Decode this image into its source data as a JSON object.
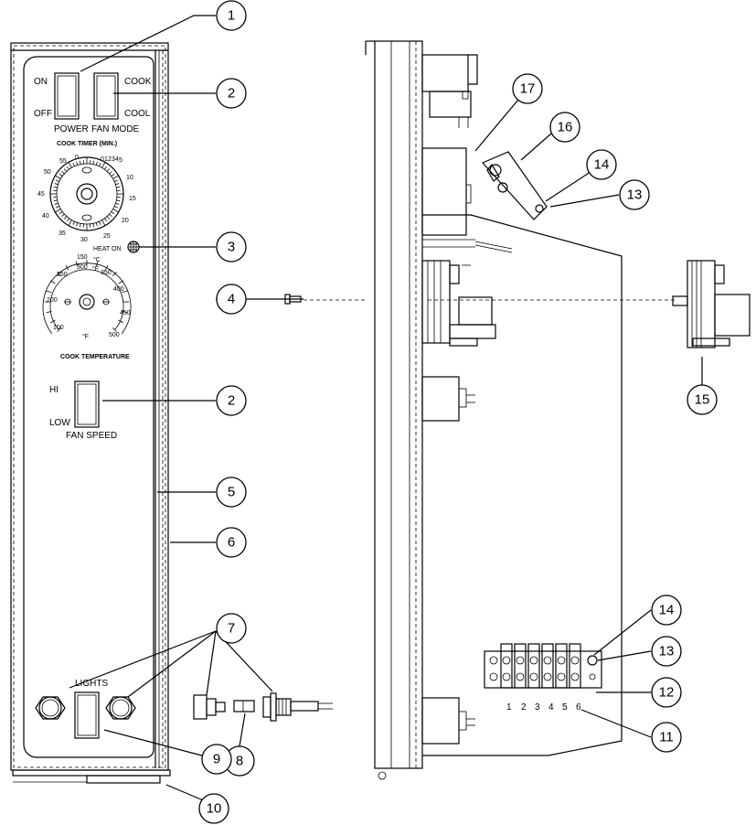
{
  "panel": {
    "switch1": {
      "top": "ON",
      "bottom": "OFF",
      "name": "POWER"
    },
    "switch2": {
      "top": "COOK",
      "bottom": "COOL",
      "name": "FAN MODE"
    },
    "timer_title": "COOK TIMER (MIN.)",
    "timer_marks": [
      "55",
      "0",
      "1",
      "2",
      "3",
      "4",
      "5",
      "10",
      "15",
      "20",
      "25",
      "30",
      "35",
      "40",
      "45",
      "50"
    ],
    "heat_on": "HEAT ON",
    "temp_title": "COOK TEMPERATURE",
    "temp_marks": [
      "150",
      "300",
      "350",
      "400",
      "450",
      "500",
      "250",
      "200",
      "100"
    ],
    "temp_units": [
      "°C",
      "°F"
    ],
    "fan_speed": {
      "top": "HI",
      "bottom": "LOW",
      "name": "FAN SPEED"
    },
    "lights": "LIGHTS"
  },
  "terminal_numbers": [
    "1",
    "2",
    "3",
    "4",
    "5",
    "6"
  ],
  "callouts": [
    "1",
    "2",
    "3",
    "4",
    "5",
    "6",
    "7",
    "8",
    "9",
    "10",
    "11",
    "12",
    "13",
    "14",
    "15",
    "16",
    "17"
  ]
}
